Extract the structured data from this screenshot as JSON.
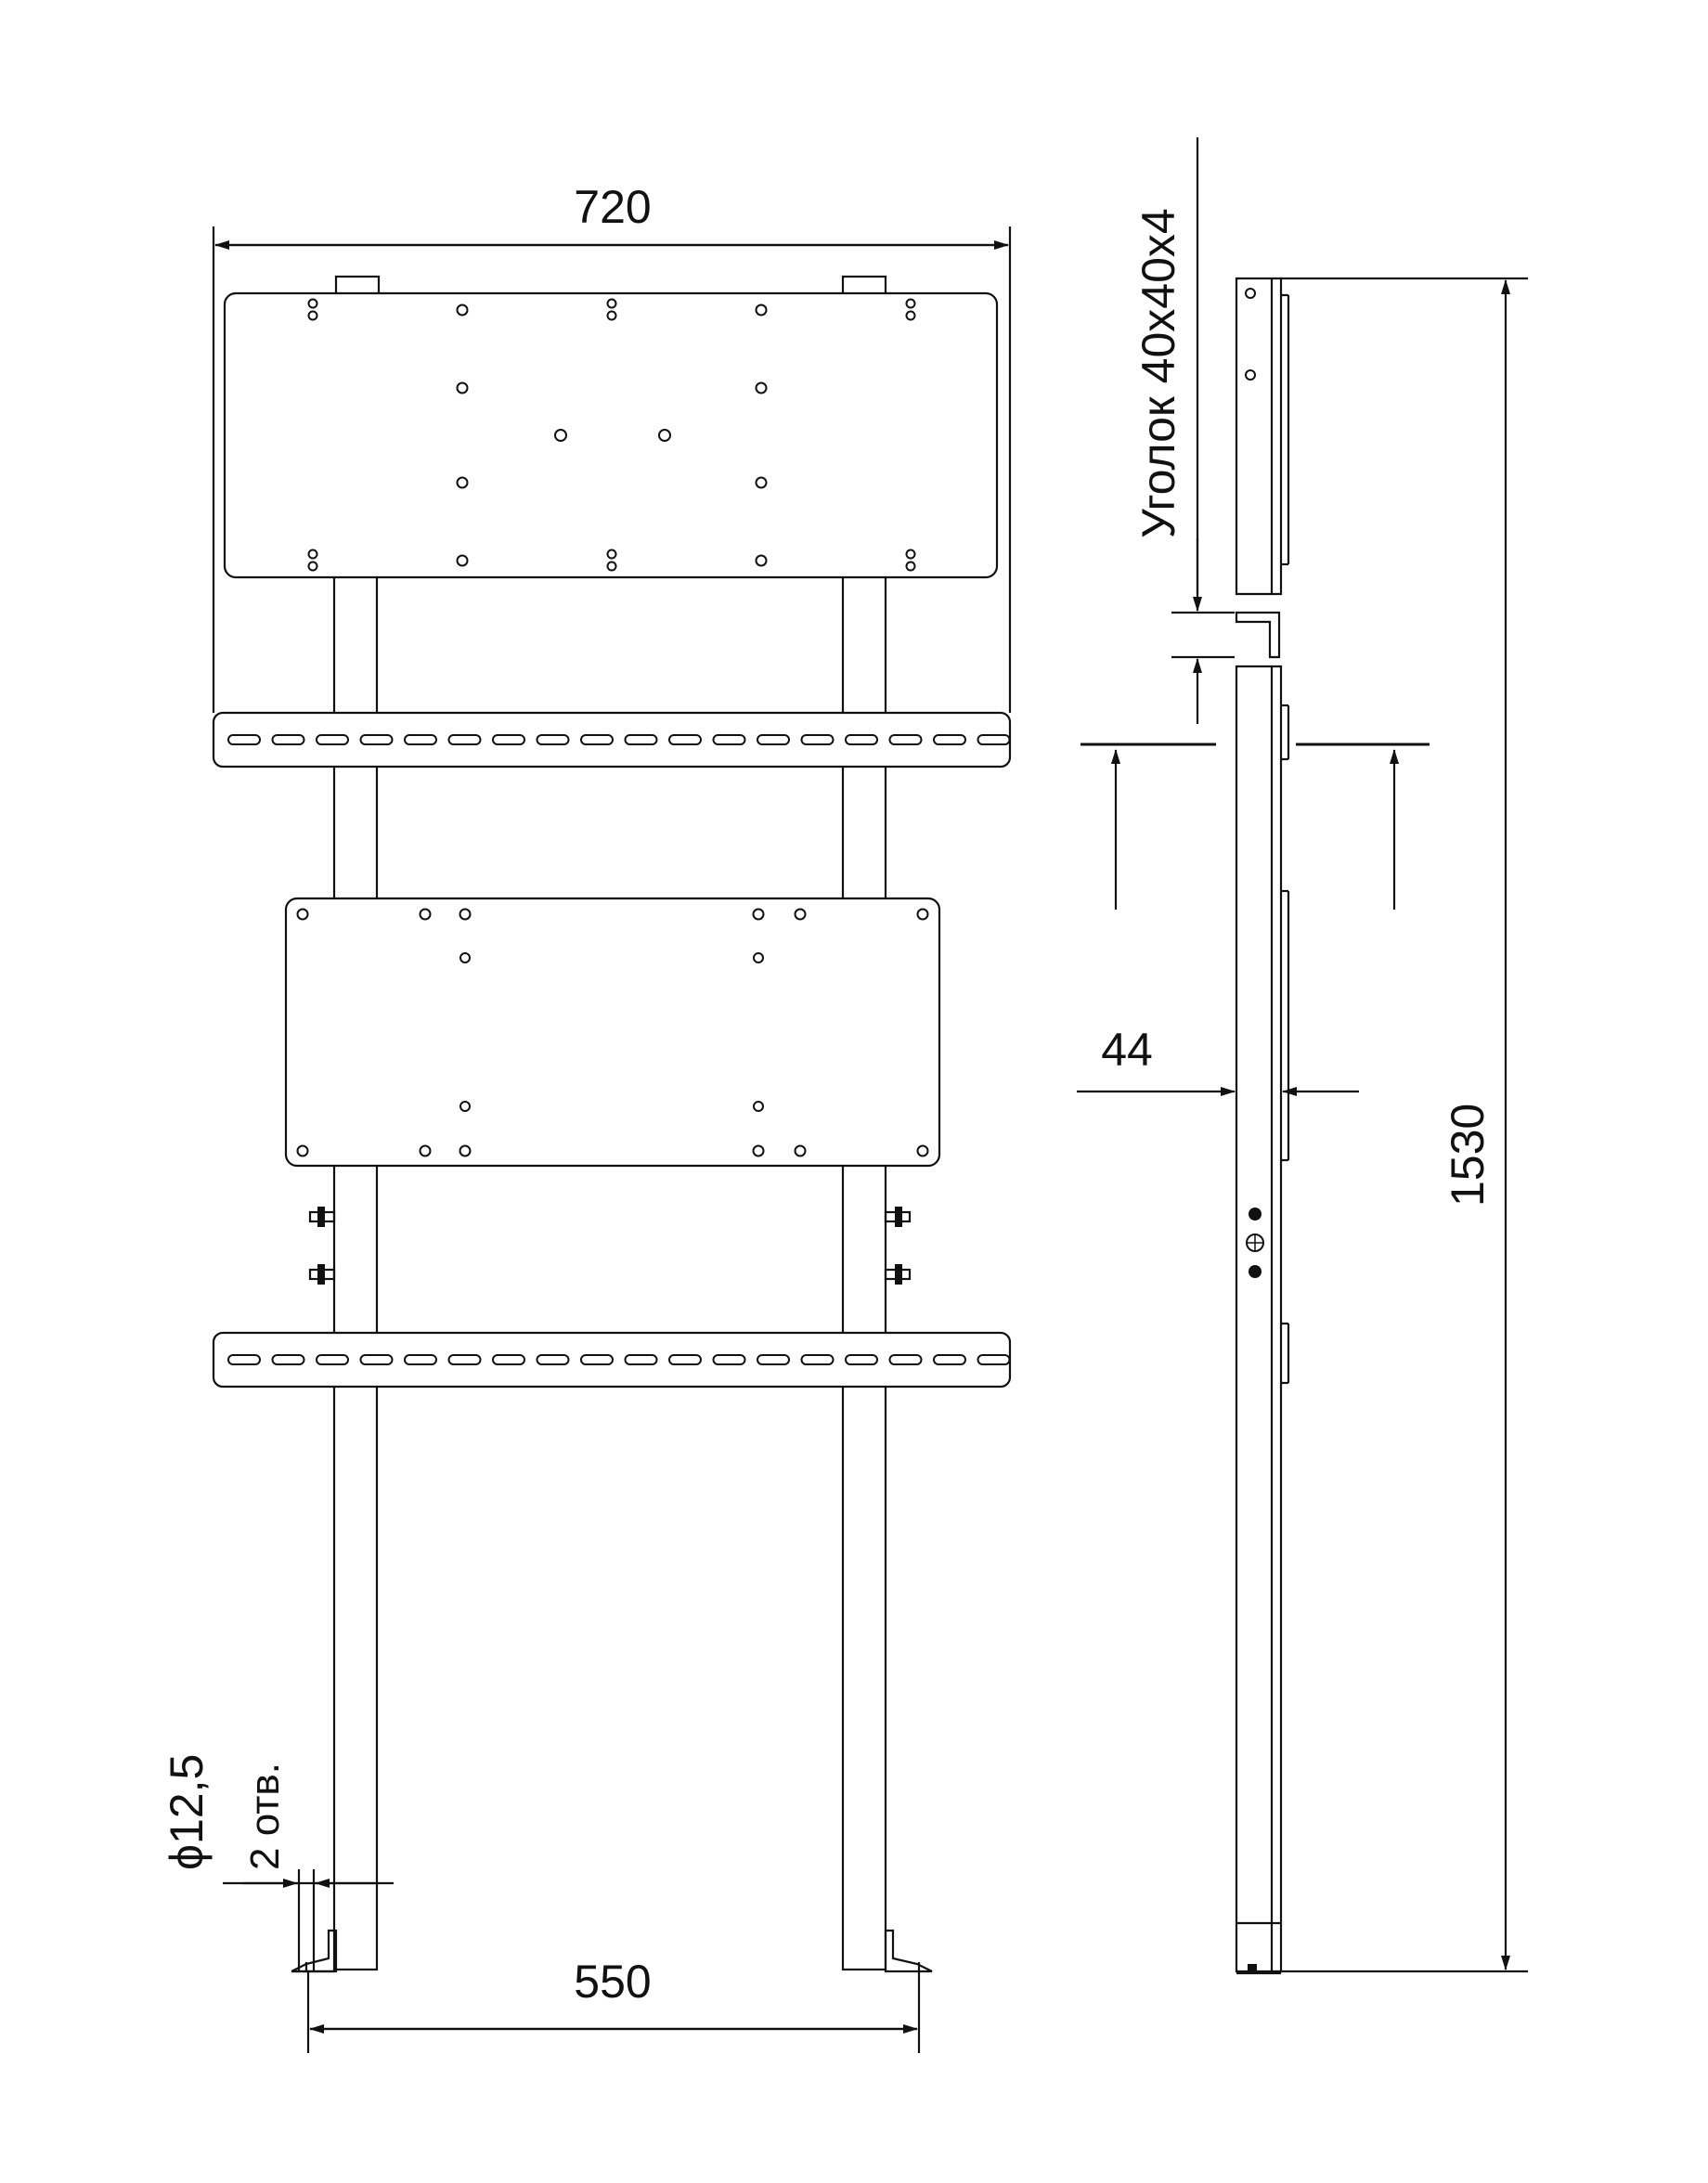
{
  "dimensions": {
    "overall_width": "720",
    "base_width": "550",
    "total_height": "1530",
    "depth": "44",
    "angle_profile": "Уголок 40х40х4",
    "hole_diameter": "ϕ12,5",
    "hole_count": "2 отв."
  },
  "colors": {
    "line": "#111111",
    "background": "#ffffff"
  }
}
